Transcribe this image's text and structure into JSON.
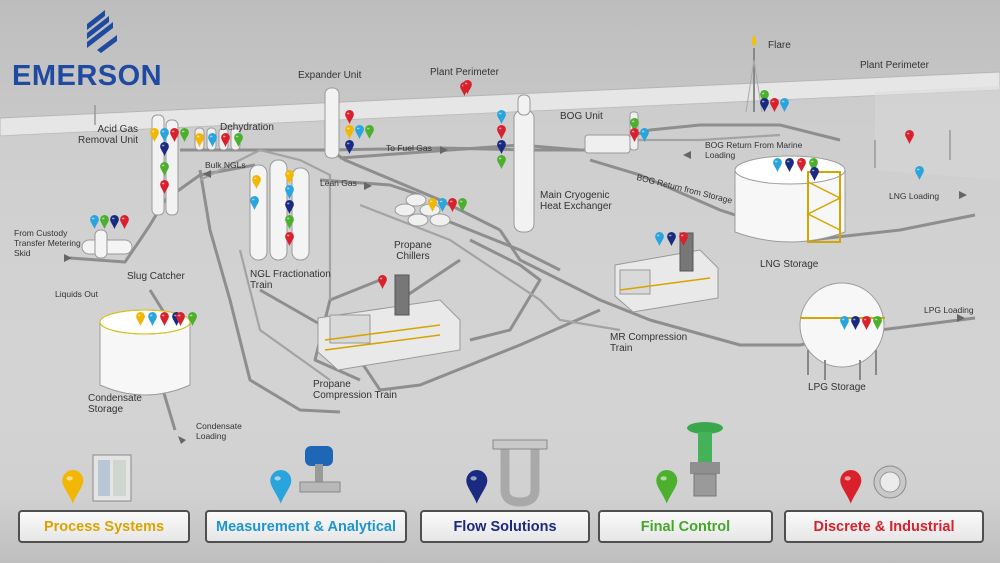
{
  "brand": {
    "name": "EMERSON"
  },
  "colors": {
    "process": "#f2b705",
    "measurement": "#2aa4dc",
    "flow": "#1a2a80",
    "final": "#4caf2e",
    "discrete": "#d8212c"
  },
  "labels": {
    "flare": "Flare",
    "expander_unit": "Expander Unit",
    "plant_perimeter_1": "Plant Perimeter",
    "plant_perimeter_2": "Plant Perimeter",
    "acid_gas": "Acid Gas\nRemoval Unit",
    "dehydration": "Dehydration",
    "bog_unit": "BOG Unit",
    "bog_return_marine": "BOG Return From Marine\nLoading",
    "bog_return_storage": "BOG Return from Storage",
    "to_fuel_gas": "To Fuel Gas",
    "bulk_ngls": "Bulk NGLs",
    "lean_gas": "Lean Gas",
    "main_cryogenic": "Main Cryogenic\nHeat Exchanger",
    "from_custody": "From Custody\nTransfer Metering\nSkid",
    "propane_chillers": "Propane\nChillers",
    "lng_loading": "LNG Loading",
    "ngl_fractionation": "NGL Fractionation\nTrain",
    "slug_catcher": "Slug Catcher",
    "lng_storage": "LNG Storage",
    "liquids_out": "Liquids Out",
    "lpg_loading": "LPG Loading",
    "mr_compression": "MR Compression\nTrain",
    "condensate_storage": "Condensate\nStorage",
    "propane_compression": "Propane\nCompression Train",
    "lpg_storage": "LPG Storage",
    "condensate_loading": "Condensate\nLoading"
  },
  "categories": [
    {
      "label": "Process Systems",
      "color": "#f2b705"
    },
    {
      "label": "Measurement & Analytical",
      "color": "#2aa4dc"
    },
    {
      "label": "Flow Solutions",
      "color": "#1a2a80"
    },
    {
      "label": "Final Control",
      "color": "#4caf2e"
    },
    {
      "label": "Discrete & Industrial",
      "color": "#d8212c"
    }
  ]
}
